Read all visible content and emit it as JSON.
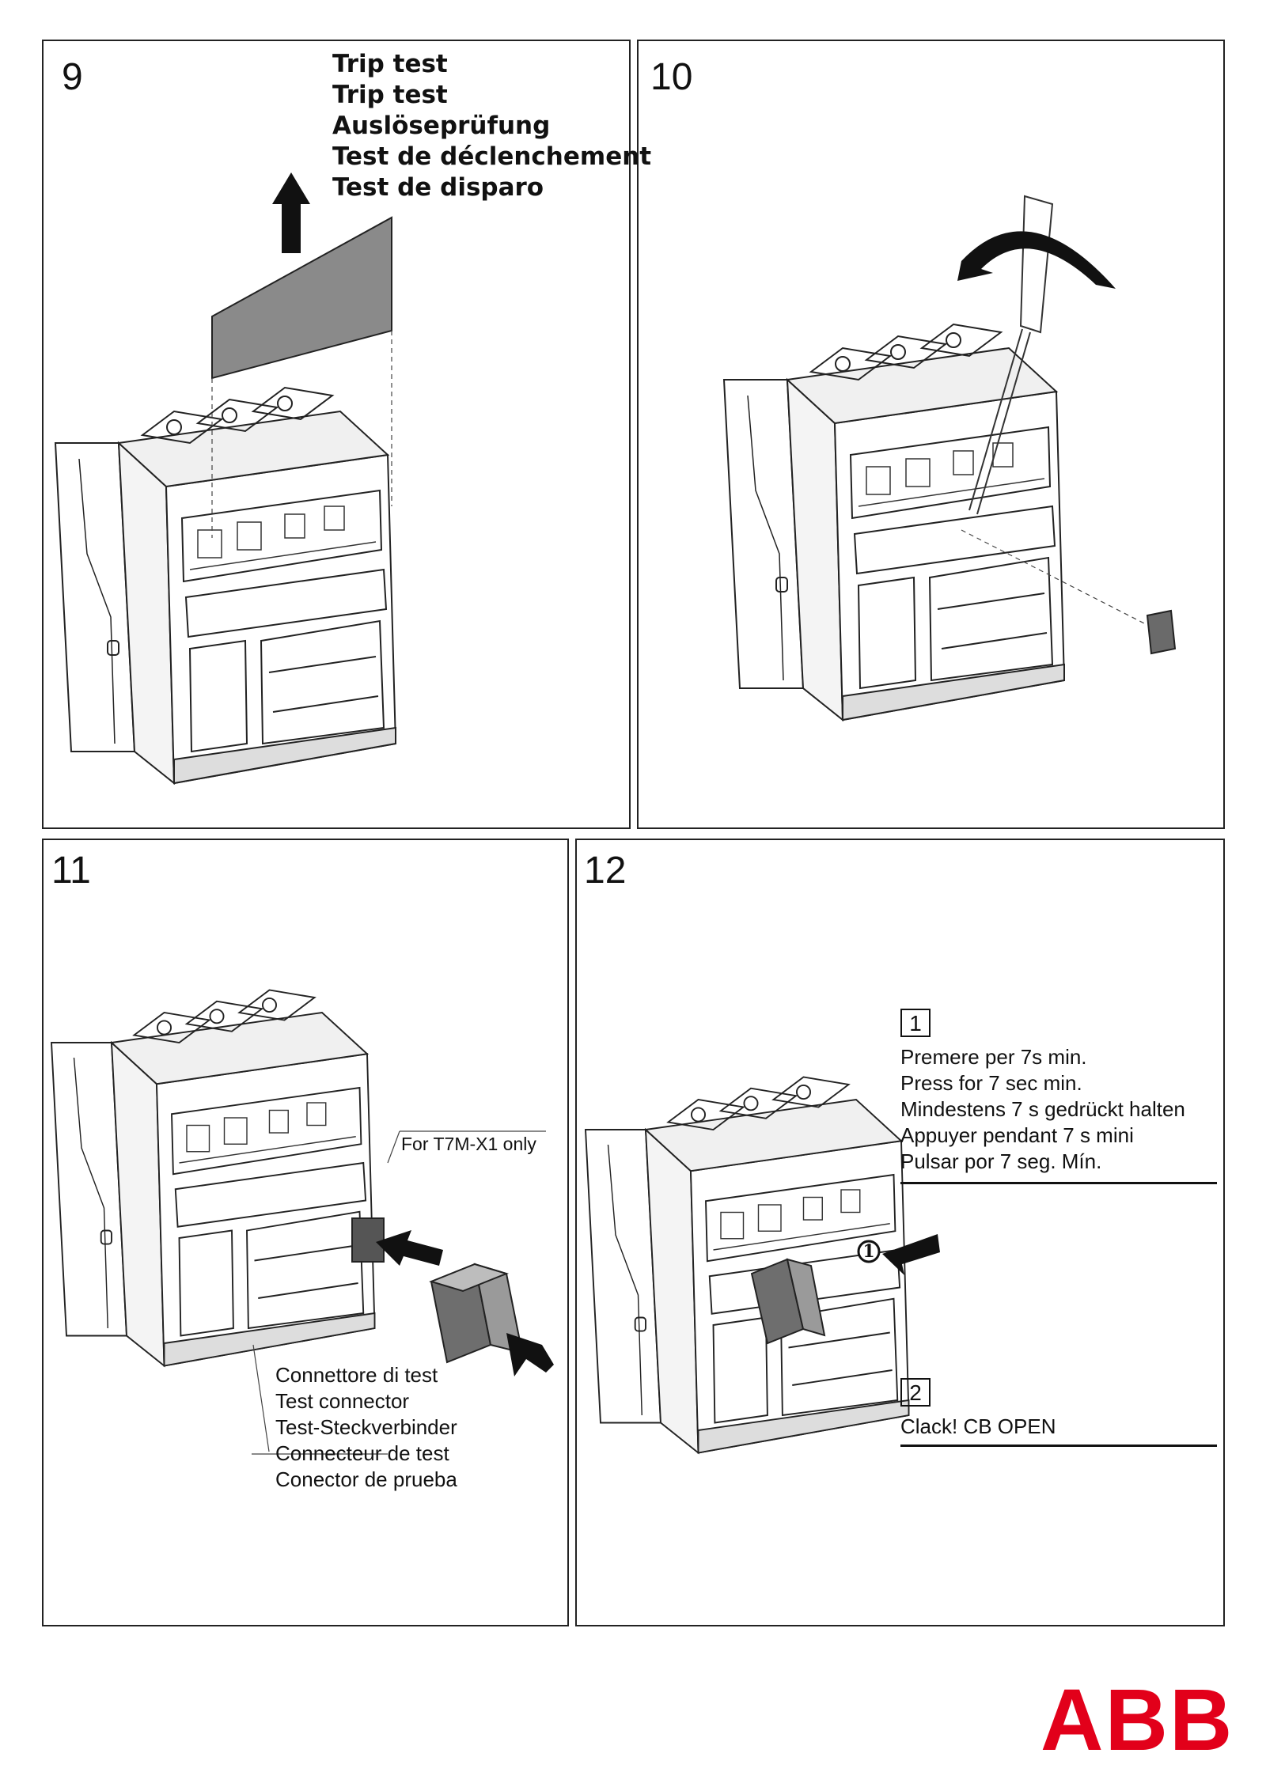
{
  "panels": [
    {
      "id": "9",
      "number": "9",
      "title_lines": [
        "Trip test",
        "Trip test",
        "Auslöseprüfung",
        "Test de déclenchement",
        "Test de disparo"
      ]
    },
    {
      "id": "10",
      "number": "10"
    },
    {
      "id": "11",
      "number": "11",
      "note": "For T7M-X1 only",
      "connector_lines": [
        "Connettore di test",
        "Test connector",
        "Test-Steckverbinder",
        "Connecteur de test",
        "Conector de prueba"
      ]
    },
    {
      "id": "12",
      "number": "12",
      "step1_box": "1",
      "step1_lines": [
        "Premere per 7s min.",
        "Press for 7 sec min.",
        "Mindestens 7 s gedrückt halten",
        "Appuyer pendant 7 s mini",
        "Pulsar por 7 seg. Mín."
      ],
      "callout": "1",
      "step2_box": "2",
      "step2_text": "Clack! CB OPEN"
    }
  ],
  "logo": {
    "text": "ABB",
    "color": "#e2001a"
  }
}
